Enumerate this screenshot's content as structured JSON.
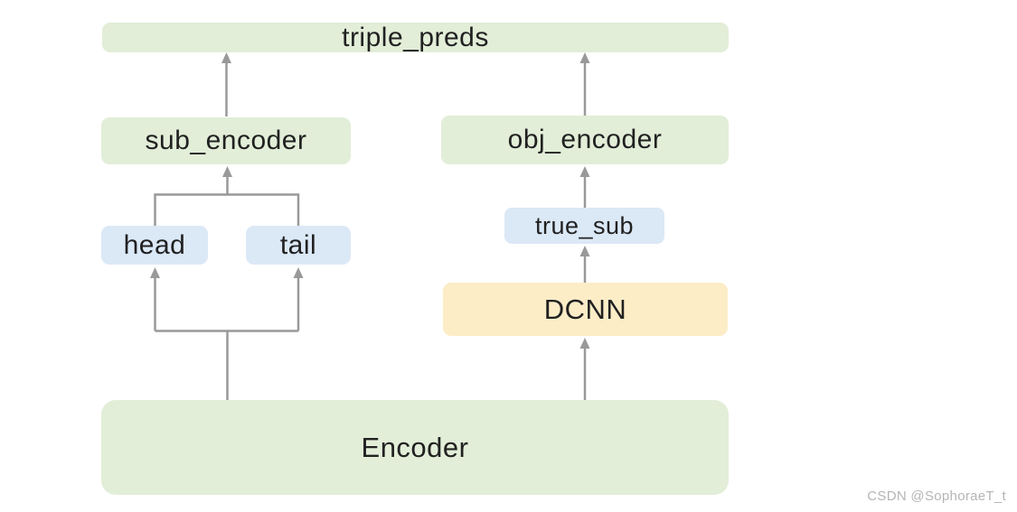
{
  "diagram": {
    "nodes": {
      "triple_preds": {
        "label": "triple_preds",
        "color": "green"
      },
      "sub_encoder": {
        "label": "sub_encoder",
        "color": "green"
      },
      "obj_encoder": {
        "label": "obj_encoder",
        "color": "green"
      },
      "head": {
        "label": "head",
        "color": "blue"
      },
      "tail": {
        "label": "tail",
        "color": "blue"
      },
      "true_sub": {
        "label": "true_sub",
        "color": "blue"
      },
      "dcnn": {
        "label": "DCNN",
        "color": "yellow"
      },
      "encoder": {
        "label": "Encoder",
        "color": "green"
      }
    },
    "edges": [
      {
        "from": "sub_encoder",
        "to": "triple_preds"
      },
      {
        "from": "obj_encoder",
        "to": "triple_preds"
      },
      {
        "from": "head_and_tail",
        "to": "sub_encoder"
      },
      {
        "from": "encoder",
        "to": "head"
      },
      {
        "from": "encoder",
        "to": "tail"
      },
      {
        "from": "encoder",
        "to": "dcnn"
      },
      {
        "from": "dcnn",
        "to": "true_sub"
      },
      {
        "from": "true_sub",
        "to": "obj_encoder"
      }
    ]
  },
  "watermark": {
    "text": "CSDN @SophoraeT_t"
  },
  "colors": {
    "box-green": "#e2eed8",
    "box-blue": "#dbe8f6",
    "box-yellow": "#fcedc7",
    "arrow": "#999999",
    "text": "#212121",
    "watermark": "#b5b5b5"
  }
}
